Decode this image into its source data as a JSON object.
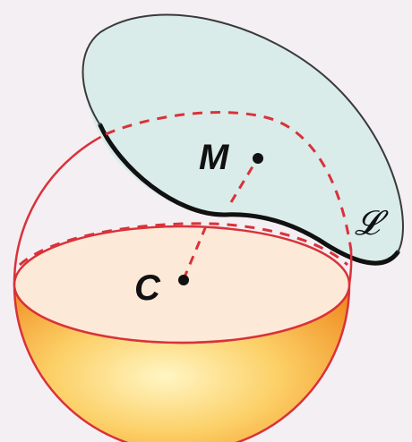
{
  "labels": {
    "point_m": "M",
    "point_c": "C",
    "plane": "𝓛"
  },
  "colors": {
    "background": "#f3eff3",
    "sphere_outline": "#d9323a",
    "bowl_light": "#fff2b0",
    "bowl_dark": "#f08a1c",
    "cross_section": "#fde8d6",
    "plane_fill": "#d6ece8",
    "plane_edge": "#111111",
    "point": "#111111"
  }
}
